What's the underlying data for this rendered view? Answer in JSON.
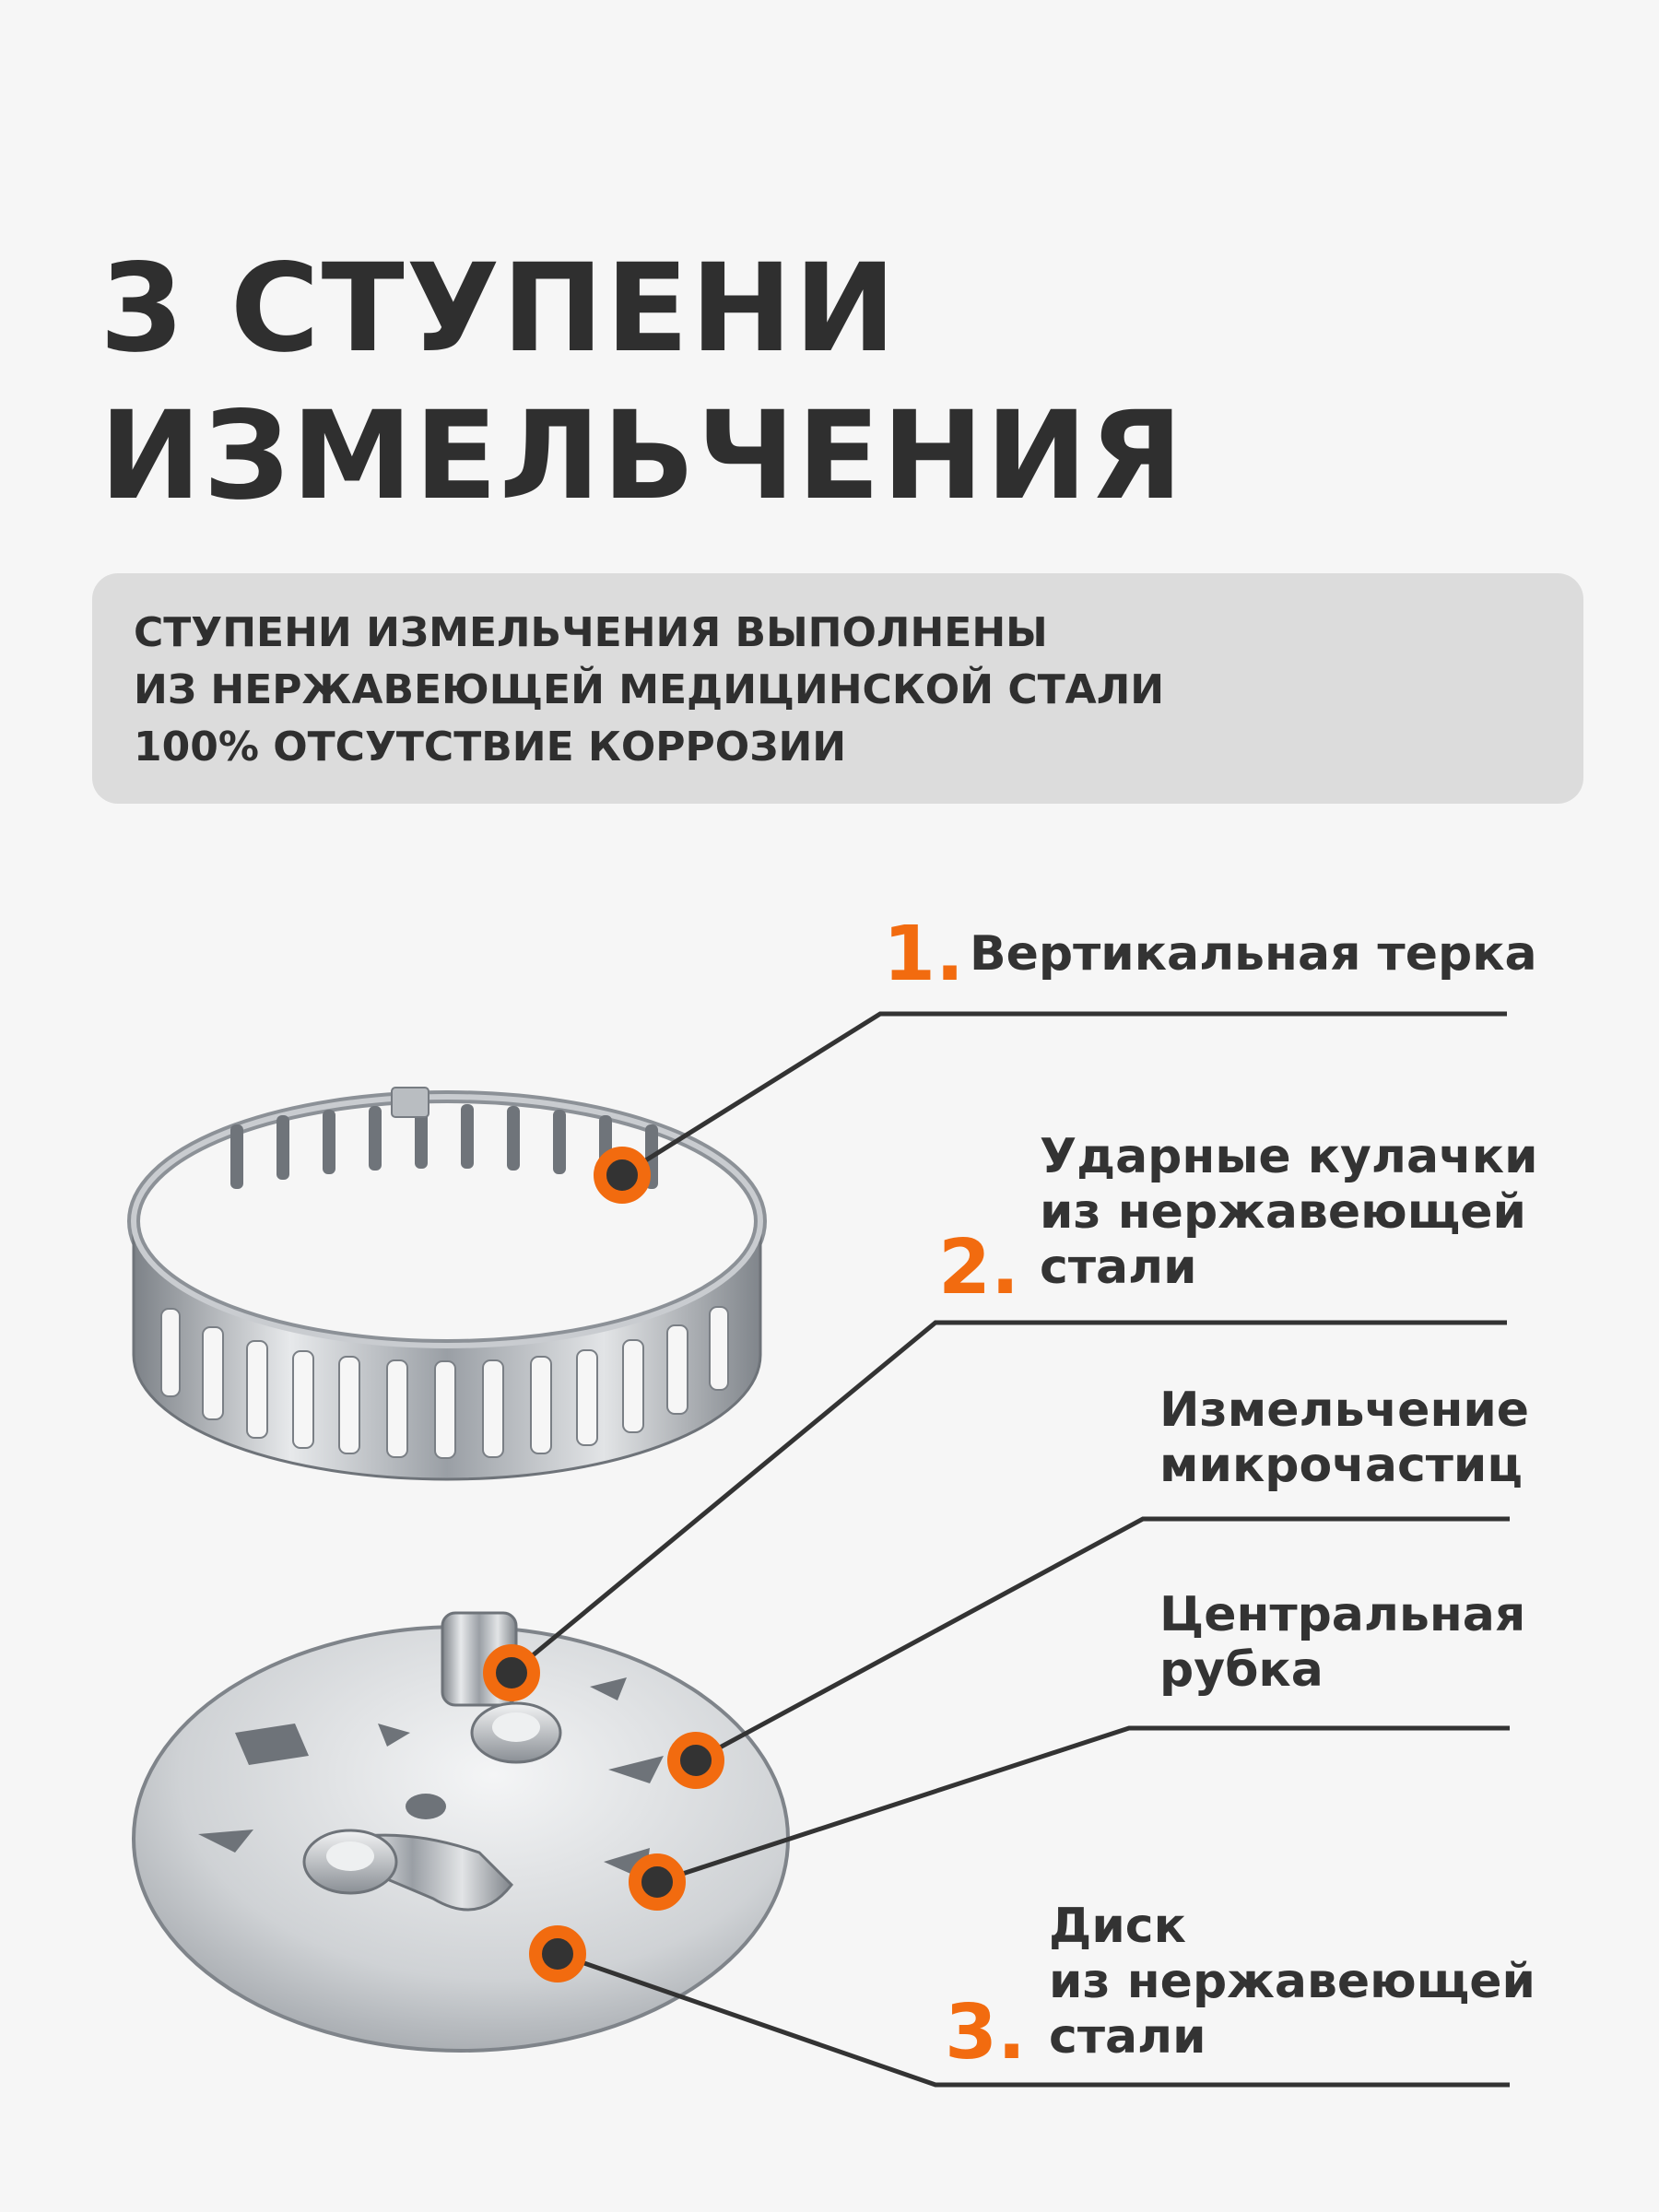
{
  "title": {
    "line1": "3 СТУПЕНИ",
    "line2": "ИЗМЕЛЬЧЕНИЯ"
  },
  "banner": {
    "line1": "СТУПЕНИ ИЗМЕЛЬЧЕНИЯ ВЫПОЛНЕНЫ",
    "line2": "ИЗ НЕРЖАВЕЮЩЕЙ МЕДИЦИНСКОЙ СТАЛИ",
    "line3": "100% ОТСУТСТВИЕ КОРРОЗИИ"
  },
  "callouts": {
    "c1": {
      "number": "1.",
      "lines": [
        "Вертикальная терка"
      ]
    },
    "c2": {
      "number": "2.",
      "lines": [
        "Ударные кулачки",
        "из нержавеющей",
        "стали"
      ]
    },
    "c3": {
      "lines": [
        "Измельчение",
        "микрочастиц"
      ]
    },
    "c4": {
      "lines": [
        "Центральная",
        "рубка"
      ]
    },
    "c5": {
      "number": "3.",
      "lines": [
        "Диск",
        "из нержавеющей",
        "стали"
      ]
    }
  },
  "colors": {
    "accent": "#f26b0f",
    "text": "#2f2f2f",
    "banner_bg": "#dcdcdc",
    "page_bg": "#f6f6f6"
  }
}
